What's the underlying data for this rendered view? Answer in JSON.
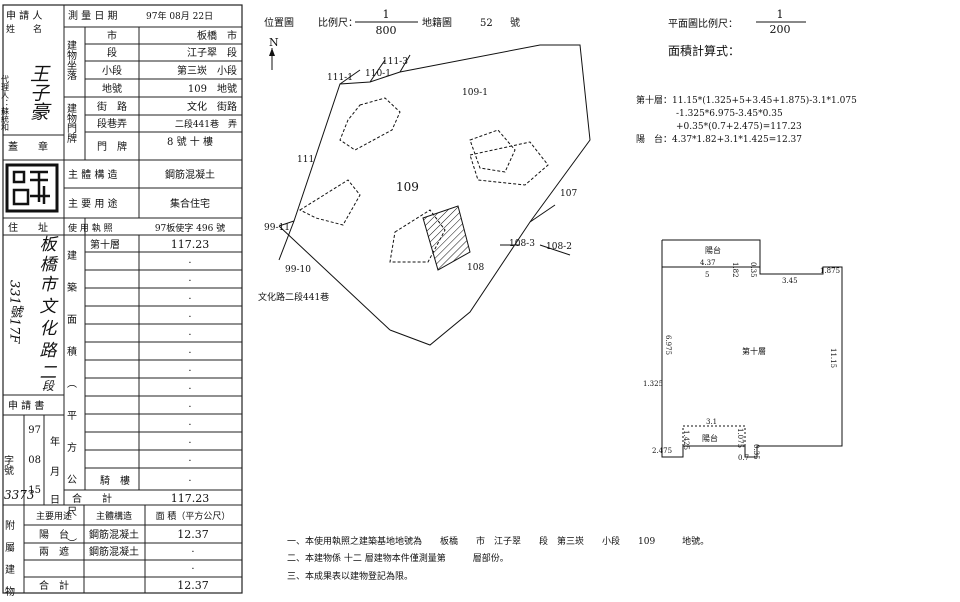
{
  "form": {
    "applicant_label": "申 請 人",
    "name_label": "姓　　名",
    "agent_label": "代理人：蘇統和",
    "applicant_name": "王子豪",
    "seal_label": "蓋　　章",
    "address_label": "住　　址",
    "address_value": "板橋市文化路二段331號17F",
    "address_value_parts": [
      "板",
      "橋",
      "市",
      "文",
      "化",
      "路",
      "二",
      "段"
    ],
    "address_extra": "331號17F",
    "survey_date_label": "測 量 日 期",
    "survey_date_value": "97年 08月 22日",
    "location_label": "建物坐落",
    "rows": [
      {
        "label": "市",
        "value": "板橋　市"
      },
      {
        "label": "段",
        "value": "江子翠　段"
      },
      {
        "label": "小段",
        "value": "第三崁　小段"
      },
      {
        "label": "地號",
        "value": "109　地號"
      }
    ],
    "doorplate_label": "建物門牌",
    "door_rows": [
      {
        "label": "街　路",
        "value": "文化　街路"
      },
      {
        "label": "段巷弄",
        "value": "二段441巷　弄"
      },
      {
        "label": "門　牌",
        "value": "8 號 十 樓"
      }
    ],
    "structure_label": "主 體 構 造",
    "structure_value": "鋼筋混凝土",
    "usage_label": "主 要 用 途",
    "usage_value": "集合住宅",
    "license_label": "使 用 執 照",
    "license_value": "97板使字 496 號",
    "building_area_label": "建築面積（平方公尺）",
    "floor_label": "第十層",
    "floor_value": "117.23",
    "dots": "·",
    "arcade_label": "騎　樓",
    "arcade_value": "·",
    "total_label": "合　　計",
    "total_value": "117.23",
    "application_label": "申 請 書",
    "date_char_labels": [
      "年",
      "月",
      "日"
    ],
    "app_year": "97",
    "app_month": "08",
    "app_day": "15",
    "app_prefix": "字號",
    "app_number": "3373",
    "annex_label": "附屬建物",
    "annex_headers": [
      "主要用途",
      "主體構造",
      "面 積（平方公尺）"
    ],
    "annex_rows": [
      {
        "use": "陽　台",
        "structure": "鋼筋混凝土",
        "area": "12.37"
      },
      {
        "use": "兩　遮",
        "structure": "鋼筋混凝土",
        "area": "·"
      },
      {
        "use": "",
        "structure": "",
        "area": "·"
      }
    ],
    "annex_total_label": "合　計",
    "annex_total_value": "12.37"
  },
  "location_map": {
    "title": "位置圖",
    "scale_label": "比例尺：",
    "scale_num": "1",
    "scale_den": "800",
    "map_sheet_label": "地籍圖",
    "map_sheet_no": "52",
    "map_sheet_suffix": "號",
    "north": "N",
    "parcels": [
      "111-3",
      "111-1",
      "110-1",
      "109-1",
      "111",
      "109",
      "107",
      "99-11",
      "108-3",
      "108-2",
      "99-10",
      "108"
    ],
    "road_label": "文化路二段441巷"
  },
  "floor_plan": {
    "scale_label": "平面圖比例尺：",
    "scale_num": "1",
    "scale_den": "200",
    "formula_title": "面積計算式：",
    "formula_lines": [
      "第十層：11.15*(1.325+5+3.45+1.875)-3.1*1.075",
      "-1.325*6.975-3.45*0.35",
      "+0.35*(0.7+2.475)=117.23"
    ],
    "balcony_formula": "陽　台：4.37*1.82+3.1*1.425=12.37",
    "dimensions": [
      "陽台",
      "4.37",
      "1.82",
      "5",
      "0.35",
      "3.45",
      "1.875",
      "6.975",
      "第十層",
      "11.15",
      "1.325",
      "3.1",
      "1.425",
      "陽台",
      "1.075",
      "2.475",
      "0.7",
      "0.35"
    ]
  },
  "notes": [
    "一、本使用執照之建築基地地號為　　板橋　　市　江子翠　　段　第三崁　　小段　　109　　　地號。",
    "二、本建物係 十二 層建物本件僅測量第　　　層部份。",
    "三、本成果表以建物登記為限。"
  ]
}
